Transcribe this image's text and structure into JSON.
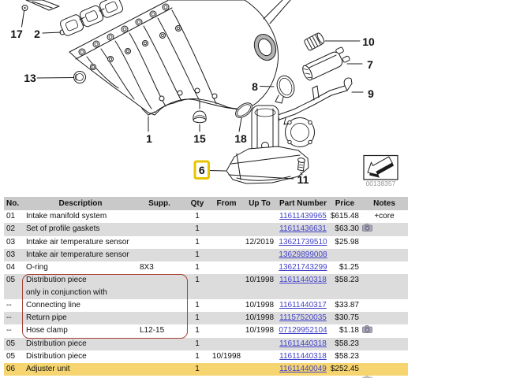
{
  "colors": {
    "header_bg": "#c9c9c9",
    "row_shade_bg": "#dcdcdc",
    "highlight_row_bg": "#f6d570",
    "part_link_color": "#4343c8",
    "red_group_border": "#a74137",
    "callout_highlight_border": "#e8c400"
  },
  "diagram": {
    "image_number": "00138357",
    "callouts": [
      {
        "label": "17"
      },
      {
        "label": "2"
      },
      {
        "label": "13"
      },
      {
        "label": "1"
      },
      {
        "label": "15"
      },
      {
        "label": "18"
      },
      {
        "label": "6",
        "highlighted": true
      },
      {
        "label": "11"
      },
      {
        "label": "10"
      },
      {
        "label": "7"
      },
      {
        "label": "8"
      },
      {
        "label": "9"
      }
    ]
  },
  "table": {
    "columns": [
      "No.",
      "Description",
      "Supp.",
      "Qty",
      "From",
      "Up To",
      "Part Number",
      "Price",
      "Notes"
    ],
    "rows": [
      {
        "no": "01",
        "description": "Intake manifold system",
        "description2": "",
        "supp": "",
        "qty": "1",
        "from": "",
        "up_to": "",
        "part_number": "11611439965",
        "price": "$615.48",
        "notes": "+core",
        "camera": false,
        "shade": false,
        "highlight": false,
        "red_group": false
      },
      {
        "no": "02",
        "description": "Set of profile gaskets",
        "description2": "",
        "supp": "",
        "qty": "1",
        "from": "",
        "up_to": "",
        "part_number": "11611436631",
        "price": "$63.30",
        "notes": "",
        "camera": true,
        "shade": true,
        "highlight": false,
        "red_group": false
      },
      {
        "no": "03",
        "description": "Intake air temperature sensor",
        "description2": "",
        "supp": "",
        "qty": "1",
        "from": "",
        "up_to": "12/2019",
        "part_number": "13621739510",
        "price": "$25.98",
        "notes": "",
        "camera": false,
        "shade": false,
        "highlight": false,
        "red_group": false
      },
      {
        "no": "03",
        "description": "Intake air temperature sensor",
        "description2": "",
        "supp": "",
        "qty": "1",
        "from": "",
        "up_to": "",
        "part_number": "13629899008",
        "price": "",
        "notes": "",
        "camera": false,
        "shade": true,
        "highlight": false,
        "red_group": false
      },
      {
        "no": "04",
        "description": "O-ring",
        "description2": "",
        "supp": "8X3",
        "qty": "1",
        "from": "",
        "up_to": "",
        "part_number": "13621743299",
        "price": "$1.25",
        "notes": "",
        "camera": false,
        "shade": false,
        "highlight": false,
        "red_group": false
      },
      {
        "no": "05",
        "description": "Distribution piece",
        "description2": "only in conjunction with",
        "supp": "",
        "qty": "1",
        "from": "",
        "up_to": "10/1998",
        "part_number": "11611440318",
        "price": "$58.23",
        "notes": "",
        "camera": false,
        "shade": true,
        "highlight": false,
        "red_group": true
      },
      {
        "no": "--",
        "description": "Connecting line",
        "description2": "",
        "supp": "",
        "qty": "1",
        "from": "",
        "up_to": "10/1998",
        "part_number": "11611440317",
        "price": "$33.87",
        "notes": "",
        "camera": false,
        "shade": false,
        "highlight": false,
        "red_group": true
      },
      {
        "no": "--",
        "description": "Return pipe",
        "description2": "",
        "supp": "",
        "qty": "1",
        "from": "",
        "up_to": "10/1998",
        "part_number": "11157520035",
        "price": "$30.75",
        "notes": "",
        "camera": false,
        "shade": true,
        "highlight": false,
        "red_group": true
      },
      {
        "no": "--",
        "description": "Hose clamp",
        "description2": "",
        "supp": "L12-15",
        "qty": "1",
        "from": "",
        "up_to": "10/1998",
        "part_number": "07129952104",
        "price": "$1.18",
        "notes": "",
        "camera": true,
        "shade": false,
        "highlight": false,
        "red_group": true
      },
      {
        "no": "05",
        "description": "Distribution piece",
        "description2": "",
        "supp": "",
        "qty": "1",
        "from": "",
        "up_to": "",
        "part_number": "11611440318",
        "price": "$58.23",
        "notes": "",
        "camera": false,
        "shade": true,
        "highlight": false,
        "red_group": false
      },
      {
        "no": "05",
        "description": "Distribution piece",
        "description2": "",
        "supp": "",
        "qty": "1",
        "from": "10/1998",
        "up_to": "",
        "part_number": "11611440318",
        "price": "$58.23",
        "notes": "",
        "camera": false,
        "shade": false,
        "highlight": false,
        "red_group": false
      },
      {
        "no": "06",
        "description": "Adjuster unit",
        "description2": "",
        "supp": "",
        "qty": "1",
        "from": "",
        "up_to": "",
        "part_number": "11611440049",
        "price": "$252.45",
        "notes": "",
        "camera": false,
        "shade": false,
        "highlight": true,
        "red_group": false
      }
    ]
  }
}
